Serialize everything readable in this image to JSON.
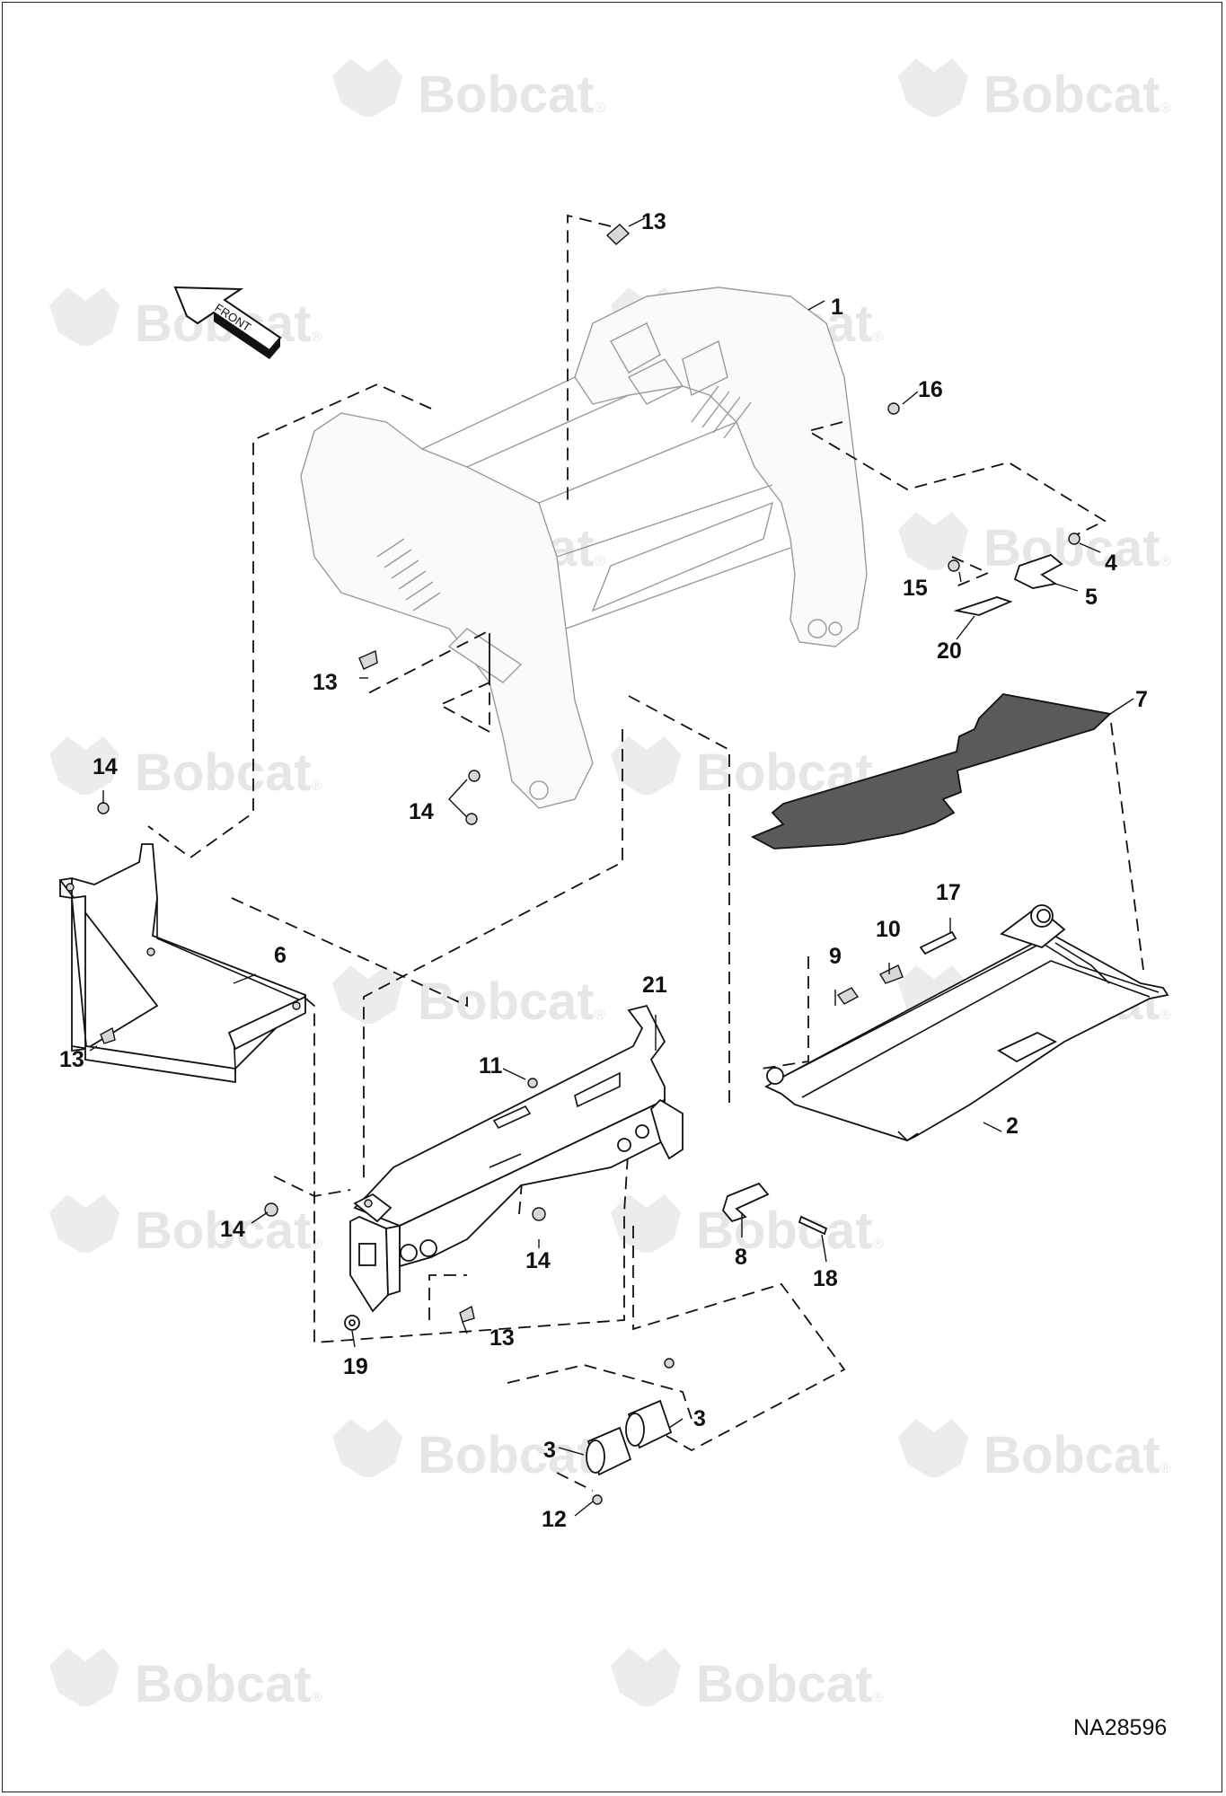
{
  "manufacturer": "Bobcat",
  "watermark": {
    "text": "Bobcat",
    "reg_mark": "®"
  },
  "drawing_number": "NA28596",
  "direction_arrow": {
    "label": "FRONT"
  },
  "callouts": [
    {
      "id": "c1",
      "label": "1"
    },
    {
      "id": "c2",
      "label": "2"
    },
    {
      "id": "c3a",
      "label": "3"
    },
    {
      "id": "c3b",
      "label": "3"
    },
    {
      "id": "c4",
      "label": "4"
    },
    {
      "id": "c5",
      "label": "5"
    },
    {
      "id": "c6",
      "label": "6"
    },
    {
      "id": "c7",
      "label": "7"
    },
    {
      "id": "c8",
      "label": "8"
    },
    {
      "id": "c9",
      "label": "9"
    },
    {
      "id": "c10",
      "label": "10"
    },
    {
      "id": "c11",
      "label": "11"
    },
    {
      "id": "c12",
      "label": "12"
    },
    {
      "id": "c13a",
      "label": "13"
    },
    {
      "id": "c13b",
      "label": "13"
    },
    {
      "id": "c13c",
      "label": "13"
    },
    {
      "id": "c13d",
      "label": "13"
    },
    {
      "id": "c14a",
      "label": "14"
    },
    {
      "id": "c14b",
      "label": "14"
    },
    {
      "id": "c14c",
      "label": "14"
    },
    {
      "id": "c14d",
      "label": "14"
    },
    {
      "id": "c15",
      "label": "15"
    },
    {
      "id": "c16",
      "label": "16"
    },
    {
      "id": "c17",
      "label": "17"
    },
    {
      "id": "c18",
      "label": "18"
    },
    {
      "id": "c19",
      "label": "19"
    },
    {
      "id": "c20",
      "label": "20"
    },
    {
      "id": "c21",
      "label": "21"
    }
  ]
}
